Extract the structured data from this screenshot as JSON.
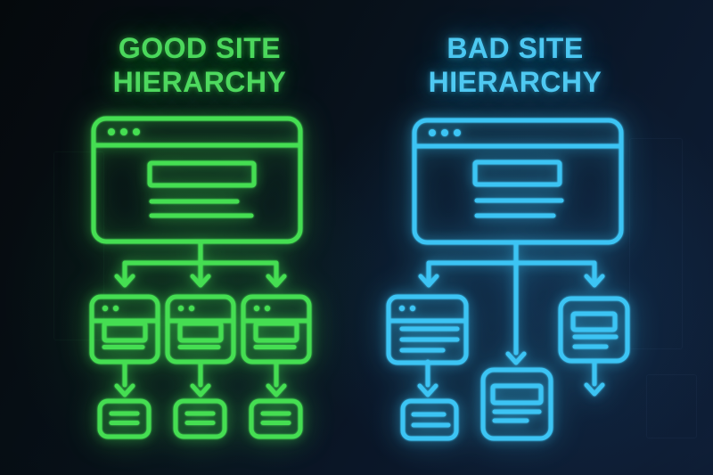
{
  "infographic": {
    "background_base": "#071019",
    "background_right_tint": "#0f1f38"
  },
  "panels": [
    {
      "id": "good",
      "title": "GOOD SITE\nHIERARCHY",
      "colors": {
        "stroke": "#45de52",
        "title": "#4ed95f",
        "glow": "rgba(61,220,80,0.45)"
      },
      "structure": {
        "root": "browser-window-icon",
        "level_1": [
          "browser-window-icon",
          "browser-window-icon",
          "browser-window-icon"
        ],
        "level_2": [
          "text-card-icon",
          "text-card-icon",
          "text-card-icon"
        ],
        "dangling_arrows": 0,
        "layout": "balanced tree, 3 branches, uniform depth"
      }
    },
    {
      "id": "bad",
      "title": "BAD SITE\nHIERARCHY",
      "colors": {
        "stroke": "#3cc4f4",
        "title": "#4fc9f2",
        "glow": "rgba(56,196,244,0.45)"
      },
      "structure": {
        "root": "browser-window-icon",
        "branches": [
          {
            "node": "browser-window-icon",
            "depth": 1,
            "child": "text-card-icon"
          },
          {
            "node": "text-card-icon",
            "depth": 1.5
          },
          {
            "node": "text-card-icon",
            "depth": 1,
            "child": "dangling-arrow"
          }
        ],
        "dangling_arrows": 1,
        "layout": "uneven tree, nodes at mixed depths"
      }
    }
  ]
}
